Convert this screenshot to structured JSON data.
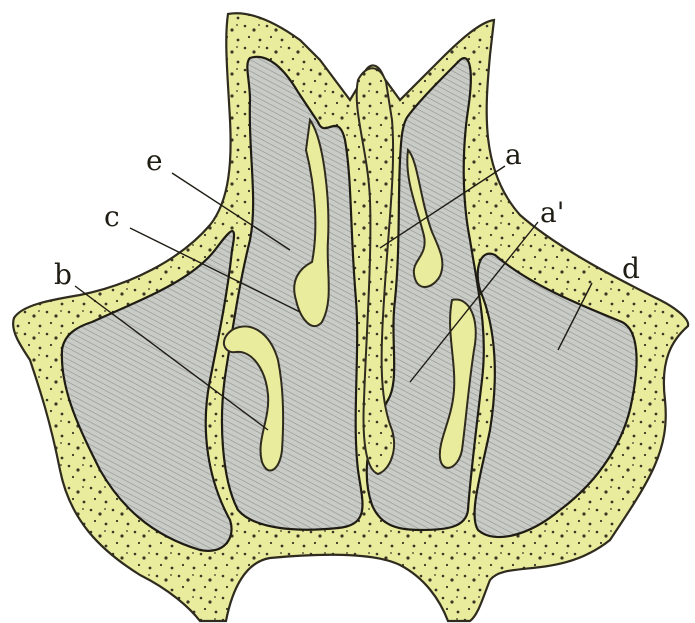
{
  "figure": {
    "labels": {
      "e": "e",
      "c": "c",
      "b": "b",
      "a": "a",
      "a_prime": "a'",
      "d": "d"
    },
    "colors": {
      "bone": "#e9ec9c",
      "bone_edge": "#2f2b1e",
      "cavity": "#c9cbc7",
      "hatch": "#8f928d",
      "speckle": "#3a3626",
      "background": "#ffffff"
    }
  }
}
